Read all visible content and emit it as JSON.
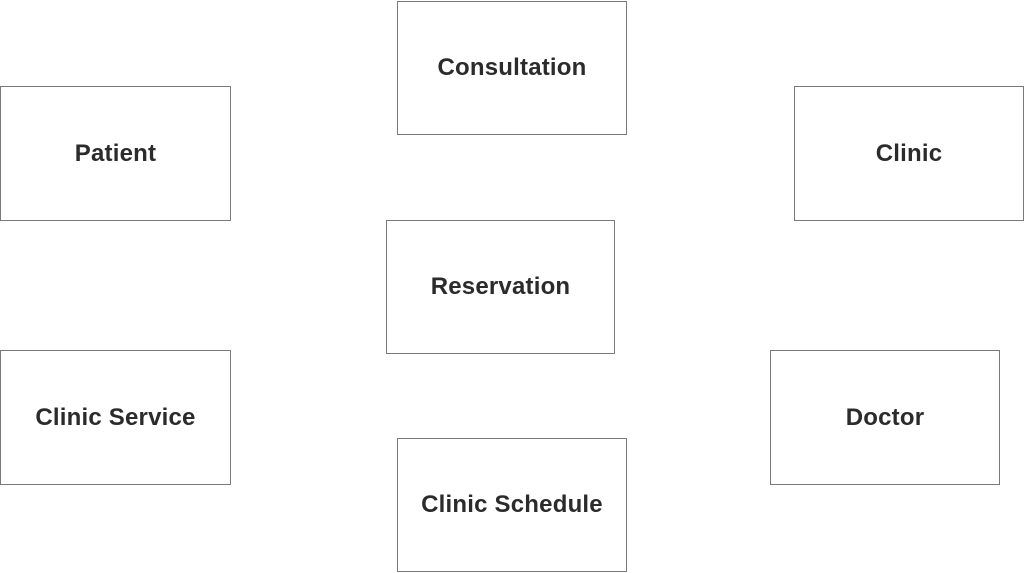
{
  "entities": {
    "consultation": "Consultation",
    "patient": "Patient",
    "clinic": "Clinic",
    "reservation": "Reservation",
    "clinic_service": "Clinic Service",
    "doctor": "Doctor",
    "clinic_schedule": "Clinic Schedule"
  },
  "colors": {
    "border": "#7a7a7a",
    "text": "#2b2b2b",
    "background": "#ffffff"
  }
}
